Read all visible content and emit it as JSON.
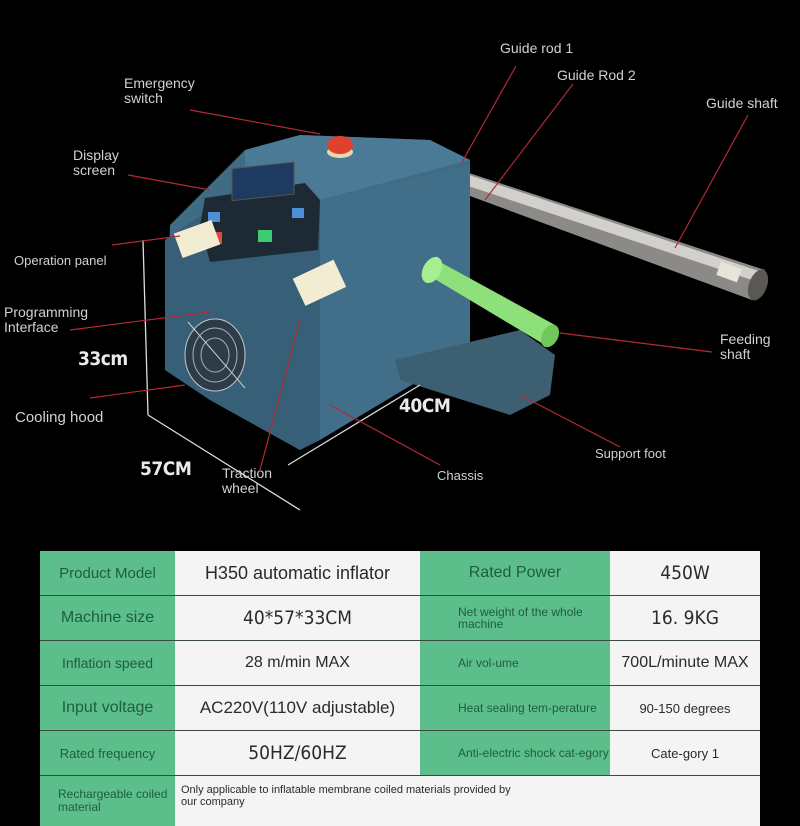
{
  "diagram": {
    "labels": {
      "emergency_switch": "Emergency\nswitch",
      "display_screen": "Display\nscreen",
      "operation_panel": "Operation panel",
      "programming_interface": "Programming\nInterface",
      "cooling_hood": "Cooling hood",
      "traction_wheel": "Traction\nwheel",
      "chassis": "Chassis",
      "support_foot": "Support foot",
      "feeding_shaft": "Feeding\nshaft",
      "guide_shaft": "Guide shaft",
      "guide_rod_1": "Guide rod 1",
      "guide_rod_2": "Guide Rod 2"
    },
    "dimensions": {
      "height": "33cm",
      "depth": "57CM",
      "width": "40CM"
    },
    "colors": {
      "machine_body": "#3f6b85",
      "emergency_button": "#e0412e",
      "feeding_shaft": "#8ee07a",
      "leader_line": "#c0303a",
      "table_key_bg": "#5cbf8b",
      "table_key_text": "#1e5e3a",
      "table_value_bg": "#f4f4f4"
    }
  },
  "specs": {
    "rows": [
      {
        "k1": "Product Model",
        "v1": "H350 automatic inflator",
        "k2": "Rated Power",
        "v2": "450W"
      },
      {
        "k1": "Machine size",
        "v1": "40*57*33CM",
        "k2": "Net weight of the whole machine",
        "v2": "16. 9KG"
      },
      {
        "k1": "Inflation speed",
        "v1": "28 m/min MAX",
        "k2": "Air vol-ume",
        "v2": "700L/minute MAX"
      },
      {
        "k1": "Input voltage",
        "v1": "AC220V(110V adjustable)",
        "k2": "Heat sealing tem-perature",
        "v2": "90-150 degrees"
      },
      {
        "k1": "Rated frequency",
        "v1": "50HZ/60HZ",
        "k2": "Anti-electric shock cat-egory",
        "v2": "Cate-gory 1"
      },
      {
        "k1": "Rechargeable coiled material",
        "v1": "Only applicable to inflatable membrane coiled materials provided by our company"
      }
    ]
  }
}
